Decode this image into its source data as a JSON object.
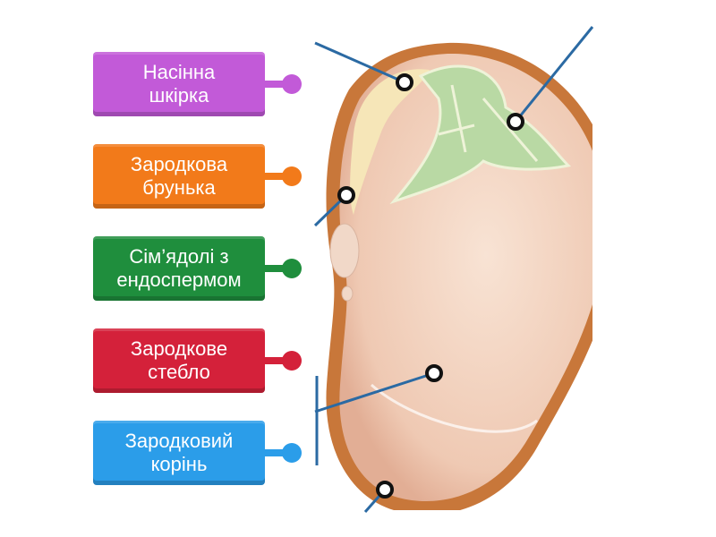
{
  "labels": [
    {
      "text": "Насінна\nшкірка",
      "color": "#c25ad8"
    },
    {
      "text": "Зародкова\nбрунька",
      "color": "#f27a1a"
    },
    {
      "text": "Сім’ядолі з\nендоспермом",
      "color": "#1f8e3d"
    },
    {
      "text": "Зародкове\nстебло",
      "color": "#d4213a"
    },
    {
      "text": "Зародковий\nкорінь",
      "color": "#2b9de9"
    }
  ],
  "line_color": "#2b6aa3"
}
